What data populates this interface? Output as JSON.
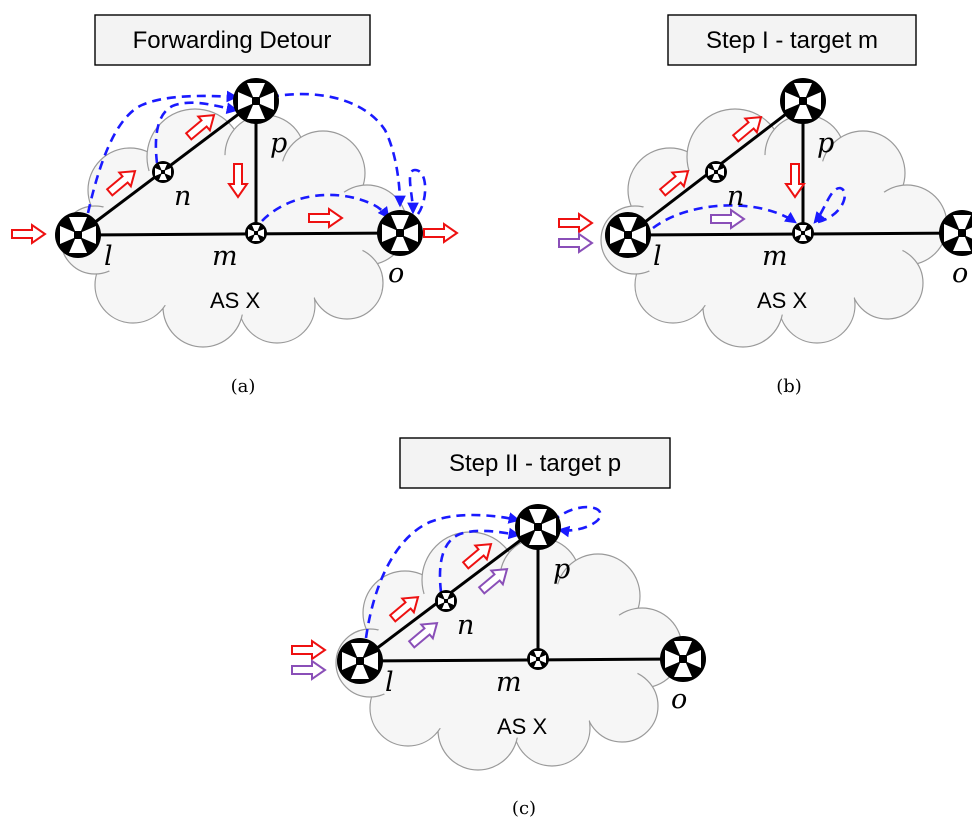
{
  "panels": [
    {
      "title": "Forwarding Detour",
      "caption": "(a)",
      "as_label": "AS X",
      "nodes": {
        "l": "l",
        "n": "n",
        "p": "p",
        "m": "m",
        "o": "o"
      }
    },
    {
      "title": "Step I - target m",
      "caption": "(b)",
      "as_label": "AS X",
      "nodes": {
        "l": "l",
        "n": "n",
        "p": "p",
        "m": "m",
        "o": "o"
      }
    },
    {
      "title": "Step II - target p",
      "caption": "(c)",
      "as_label": "AS X",
      "nodes": {
        "l": "l",
        "n": "n",
        "p": "p",
        "m": "m",
        "o": "o"
      }
    }
  ],
  "colors": {
    "traffic_arrow": "#ee1111",
    "probe_arrow": "#8a4fb8",
    "detour_path": "#1a1aff",
    "router": "#000000",
    "cloud": "#f6f6f6"
  }
}
